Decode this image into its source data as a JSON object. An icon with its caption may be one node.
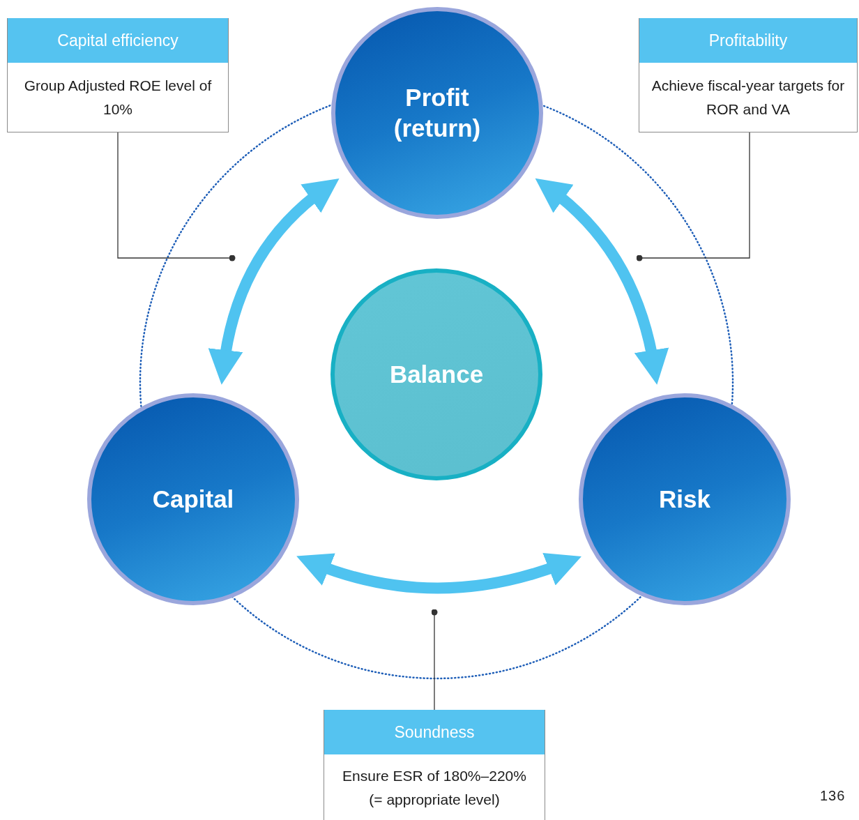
{
  "diagram": {
    "nodes": [
      {
        "text": [
          "Capital efficiency",
          "Group Adjusted ROE level of 10%"
        ]
      },
      {
        "text": [
          "Profitability",
          "Achieve fiscal-year targets for ROR and VA"
        ]
      },
      {
        "text": [
          "Profit (return)"
        ]
      },
      {
        "text": [
          "Balance"
        ]
      },
      {
        "text": [
          "Capital"
        ]
      },
      {
        "text": [
          "Risk"
        ]
      },
      {
        "text": [
          "Soundness",
          "Ensure ESR of 180%–220% (= appropriate level)"
        ]
      }
    ],
    "edges": [
      {
        "from": 2,
        "to": 4,
        "arrow": "both",
        "style": "thick",
        "color": "#4fc3f0"
      },
      {
        "from": 2,
        "to": 5,
        "arrow": "both",
        "style": "thick",
        "color": "#4fc3f0"
      },
      {
        "from": 4,
        "to": 5,
        "arrow": "both",
        "style": "thick",
        "color": "#4fc3f0"
      },
      {
        "from": 0,
        "to": null,
        "arrow": "other",
        "color": "#333333"
      },
      {
        "from": 1,
        "to": null,
        "arrow": "other",
        "color": "#333333"
      },
      {
        "from": 6,
        "to": null,
        "arrow": "other",
        "color": "#333333"
      }
    ],
    "labels": [
      "136"
    ]
  }
}
